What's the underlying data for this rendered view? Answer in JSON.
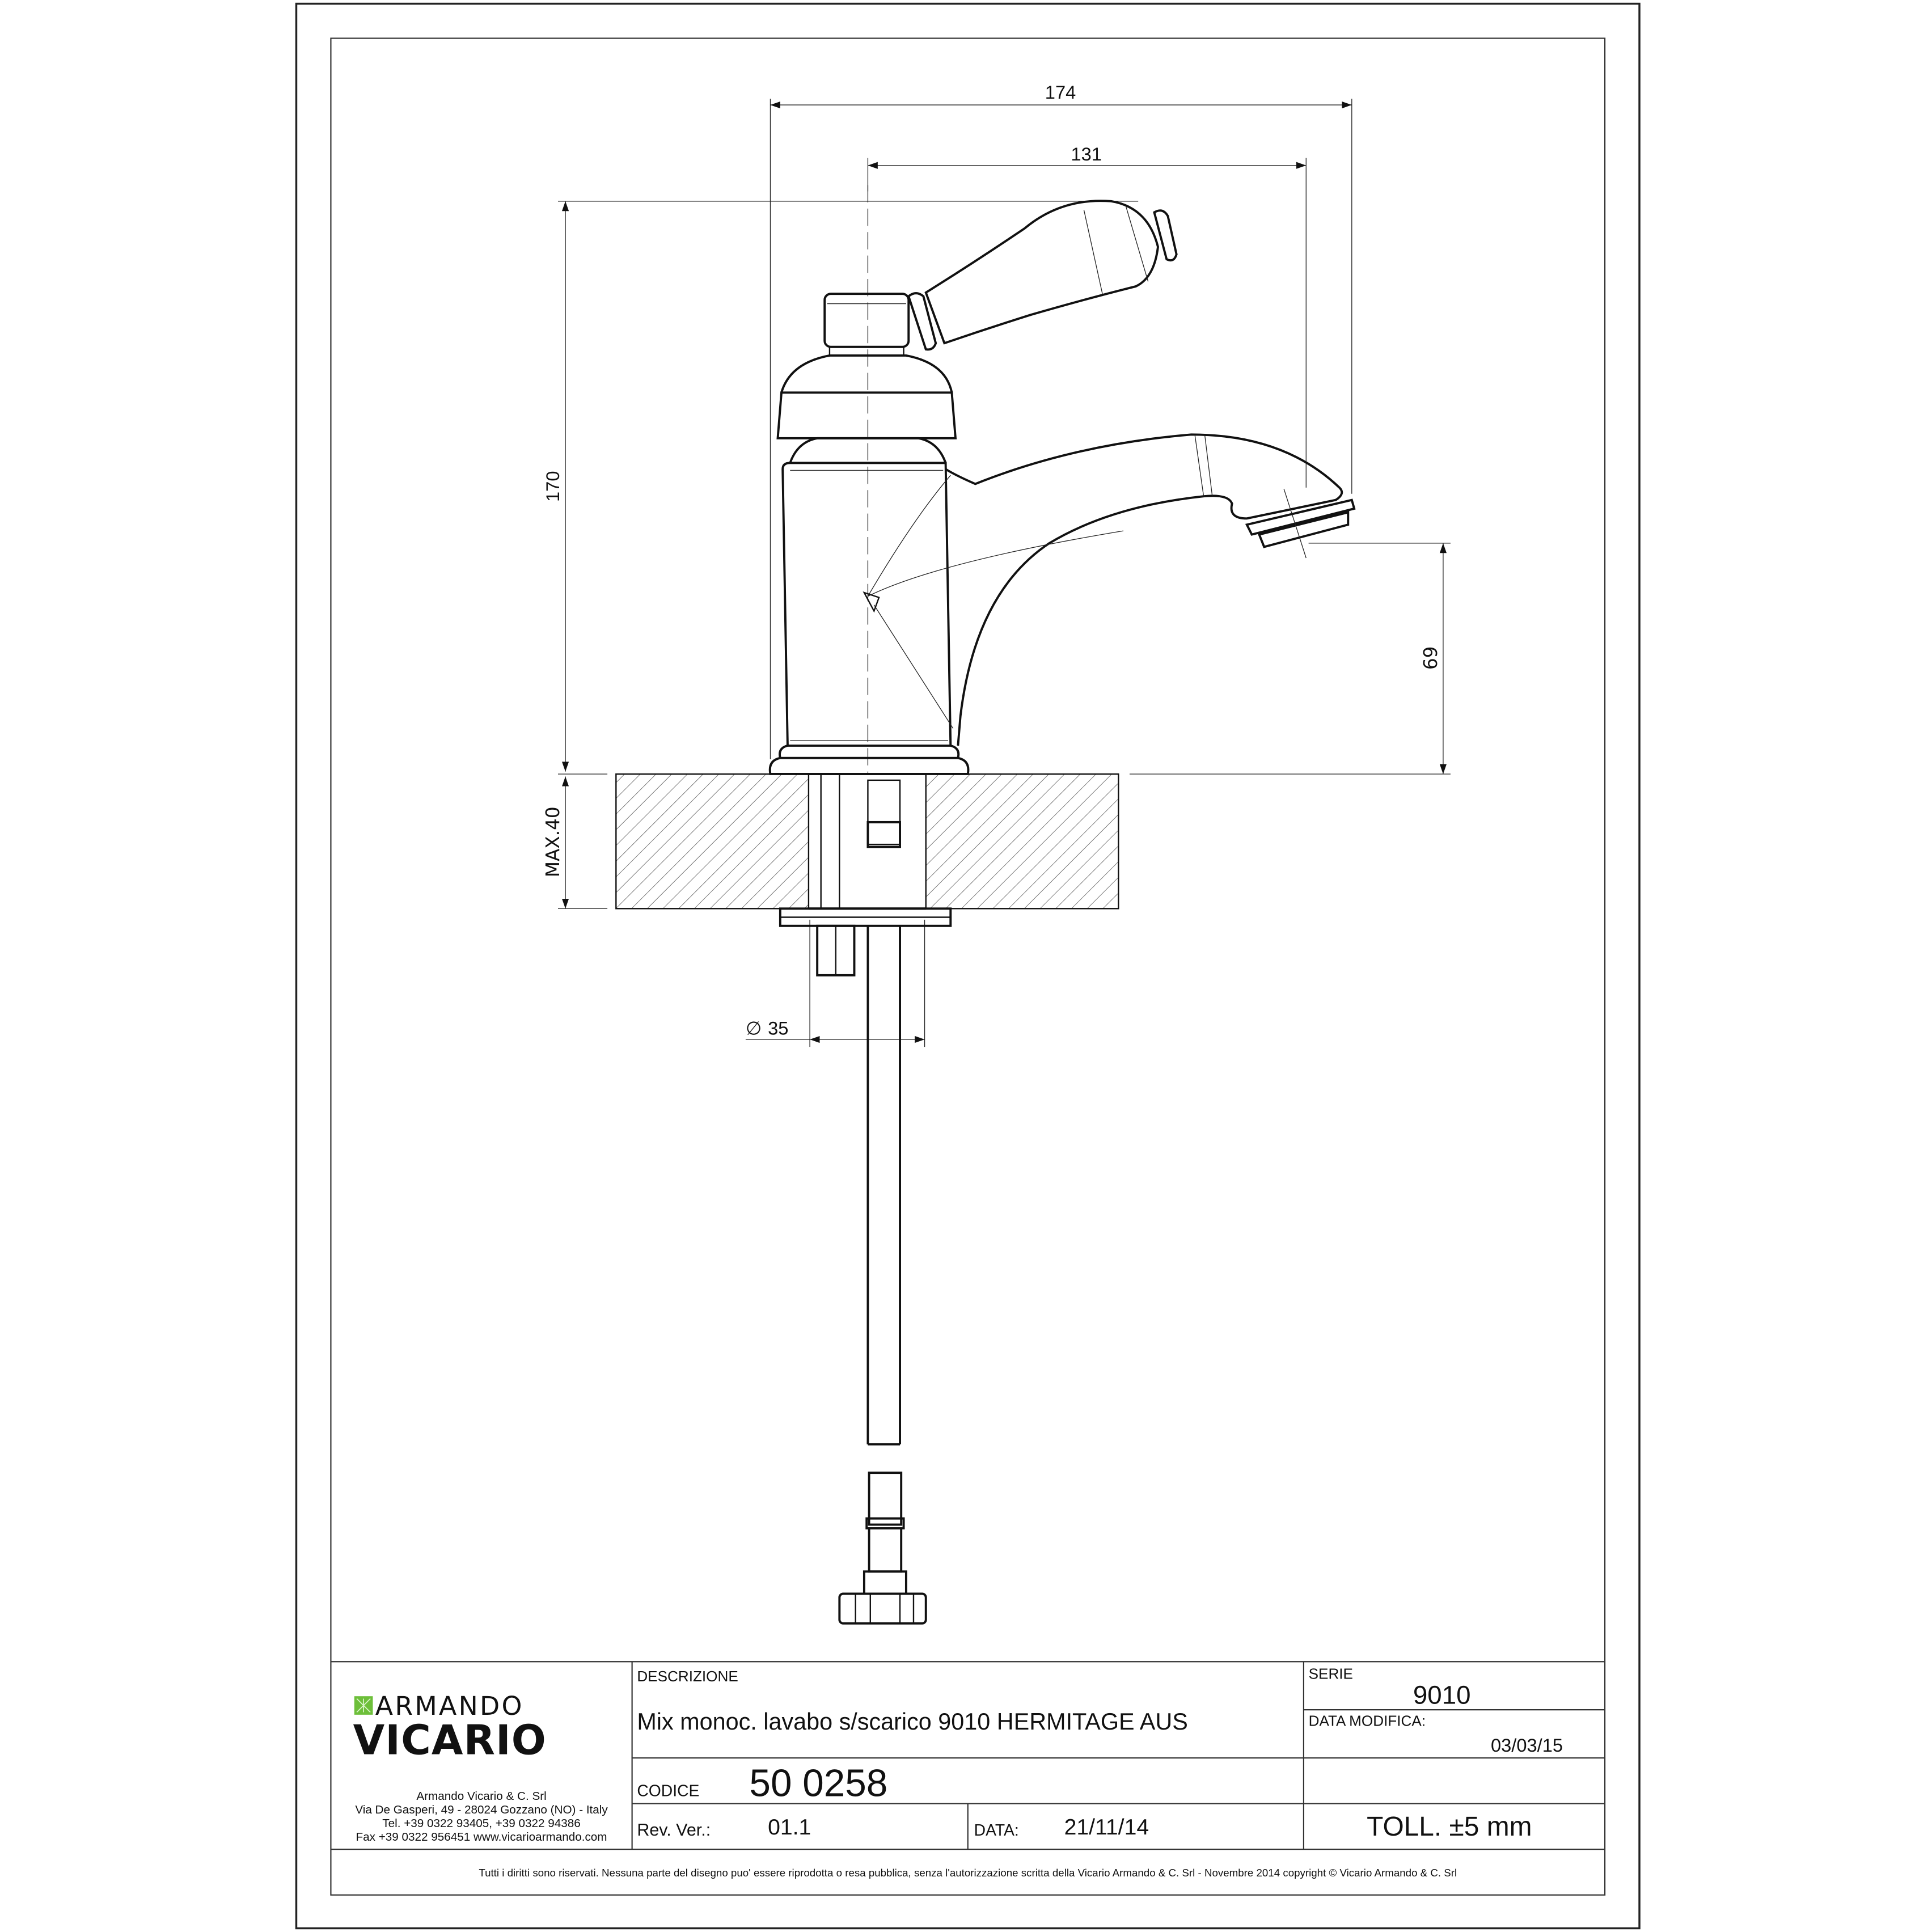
{
  "drawing": {
    "dimensions": {
      "overall_width": "174",
      "spout_reach": "131",
      "overall_height": "170",
      "spout_height": "69",
      "max_deck_thickness": "MAX.40",
      "hole_diameter": "35",
      "diameter_symbol": "∅"
    }
  },
  "title_block": {
    "logo": {
      "line1": "ARMANDO",
      "line2": "VICARIO",
      "mark_color": "#6dbf3a"
    },
    "company": {
      "name": "Armando Vicario & C. Srl",
      "address": "Via De Gasperi, 49 - 28024 Gozzano (NO) - Italy",
      "tel": "Tel. +39 0322 93405, +39 0322 94386",
      "fax": "Fax +39 0322 956451 www.vicarioarmando.com"
    },
    "description_label": "DESCRIZIONE",
    "description": "Mix monoc. lavabo s/scarico 9010 HERMITAGE AUS",
    "serie_label": "SERIE",
    "serie": "9010",
    "data_modifica_label": "DATA MODIFICA:",
    "data_modifica": "03/03/15",
    "codice_label": "CODICE",
    "codice": "50 0258",
    "rev_label": "Rev. Ver.:",
    "rev": "01.1",
    "data_label": "DATA:",
    "data": "21/11/14",
    "tolerance": "TOLL. ±5 mm",
    "footer": "Tutti i diritti sono riservati. Nessuna parte del disegno puo' essere riprodotta o resa pubblica, senza l'autorizzazione scritta della Vicario Armando & C. Srl - Novembre 2014 copyright © Vicario Armando & C. Srl"
  }
}
